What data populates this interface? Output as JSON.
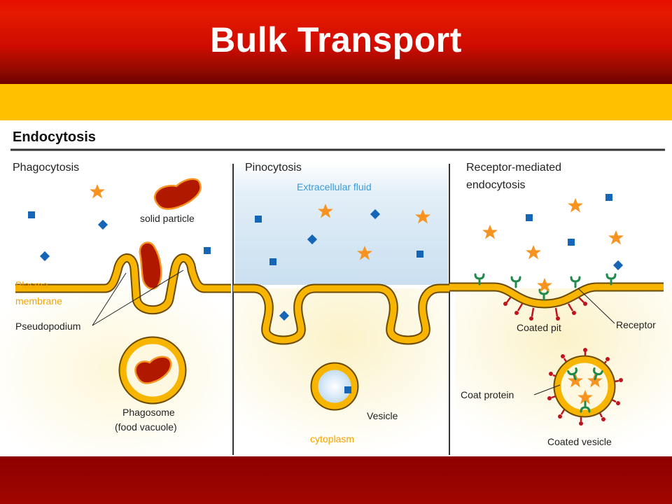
{
  "slide": {
    "title": "Bulk Transport"
  },
  "diagram": {
    "heading": "Endocytosis",
    "panels": {
      "phagocytosis": {
        "title": "Phagocytosis",
        "labels": {
          "solid_particle": "solid particle",
          "plasma_membrane_1": "Plasma",
          "plasma_membrane_2": "membrane",
          "pseudopodium": "Pseudopodium",
          "phagosome_1": "Phagosome",
          "phagosome_2": "(food vacuole)"
        }
      },
      "pinocytosis": {
        "title": "Pinocytosis",
        "labels": {
          "extracellular_fluid": "Extracellular fluid",
          "vesicle": "Vesicle",
          "cytoplasm": "cytoplasm"
        }
      },
      "receptor_mediated": {
        "title_line1": "Receptor-mediated",
        "title_line2": "endocytosis",
        "labels": {
          "coated_pit": "Coated pit",
          "receptor": "Receptor",
          "coat_protein": "Coat protein",
          "coated_vesicle": "Coated vesicle"
        }
      }
    },
    "colors": {
      "membrane": "#f7b500",
      "membrane_edge": "#6b4a00",
      "particle": "#b01800",
      "star": "#f7931e",
      "square": "#1666b8",
      "label_orange": "#f5a300",
      "label_blue": "#3a9bd9",
      "receptor": "#1f8a4c",
      "coat": "#c0141c"
    }
  }
}
